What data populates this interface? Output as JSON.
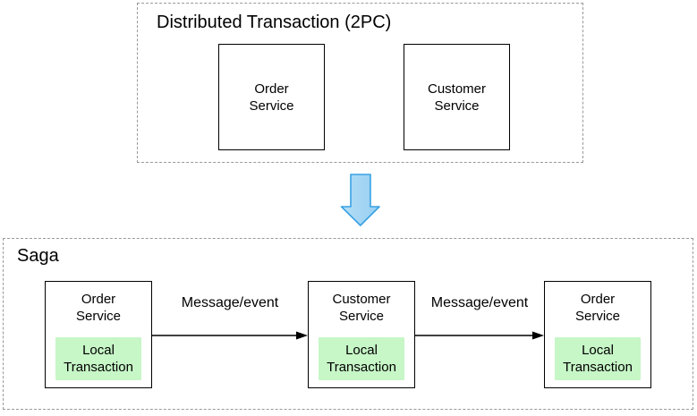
{
  "colors": {
    "dashed_border": "#999999",
    "node_border": "#000000",
    "local_transaction_bg": "#c7f6c7",
    "transition_arrow_fill": "#a6d7f3",
    "transition_arrow_stroke": "#38a1e4",
    "edge_arrow_color": "#000000"
  },
  "pc_section": {
    "title": "Distributed Transaction (2PC)",
    "nodes": [
      {
        "label": "Order\nService"
      },
      {
        "label": "Customer\nService"
      }
    ]
  },
  "transition": {
    "icon": "down-block-arrow"
  },
  "saga_section": {
    "title": "Saga",
    "nodes": [
      {
        "label": "Order\nService",
        "sub_label": "Local\nTransaction"
      },
      {
        "label": "Customer\nService",
        "sub_label": "Local\nTransaction"
      },
      {
        "label": "Order\nService",
        "sub_label": "Local\nTransaction"
      }
    ],
    "edges": [
      {
        "label": "Message/event"
      },
      {
        "label": "Message/event"
      }
    ]
  }
}
